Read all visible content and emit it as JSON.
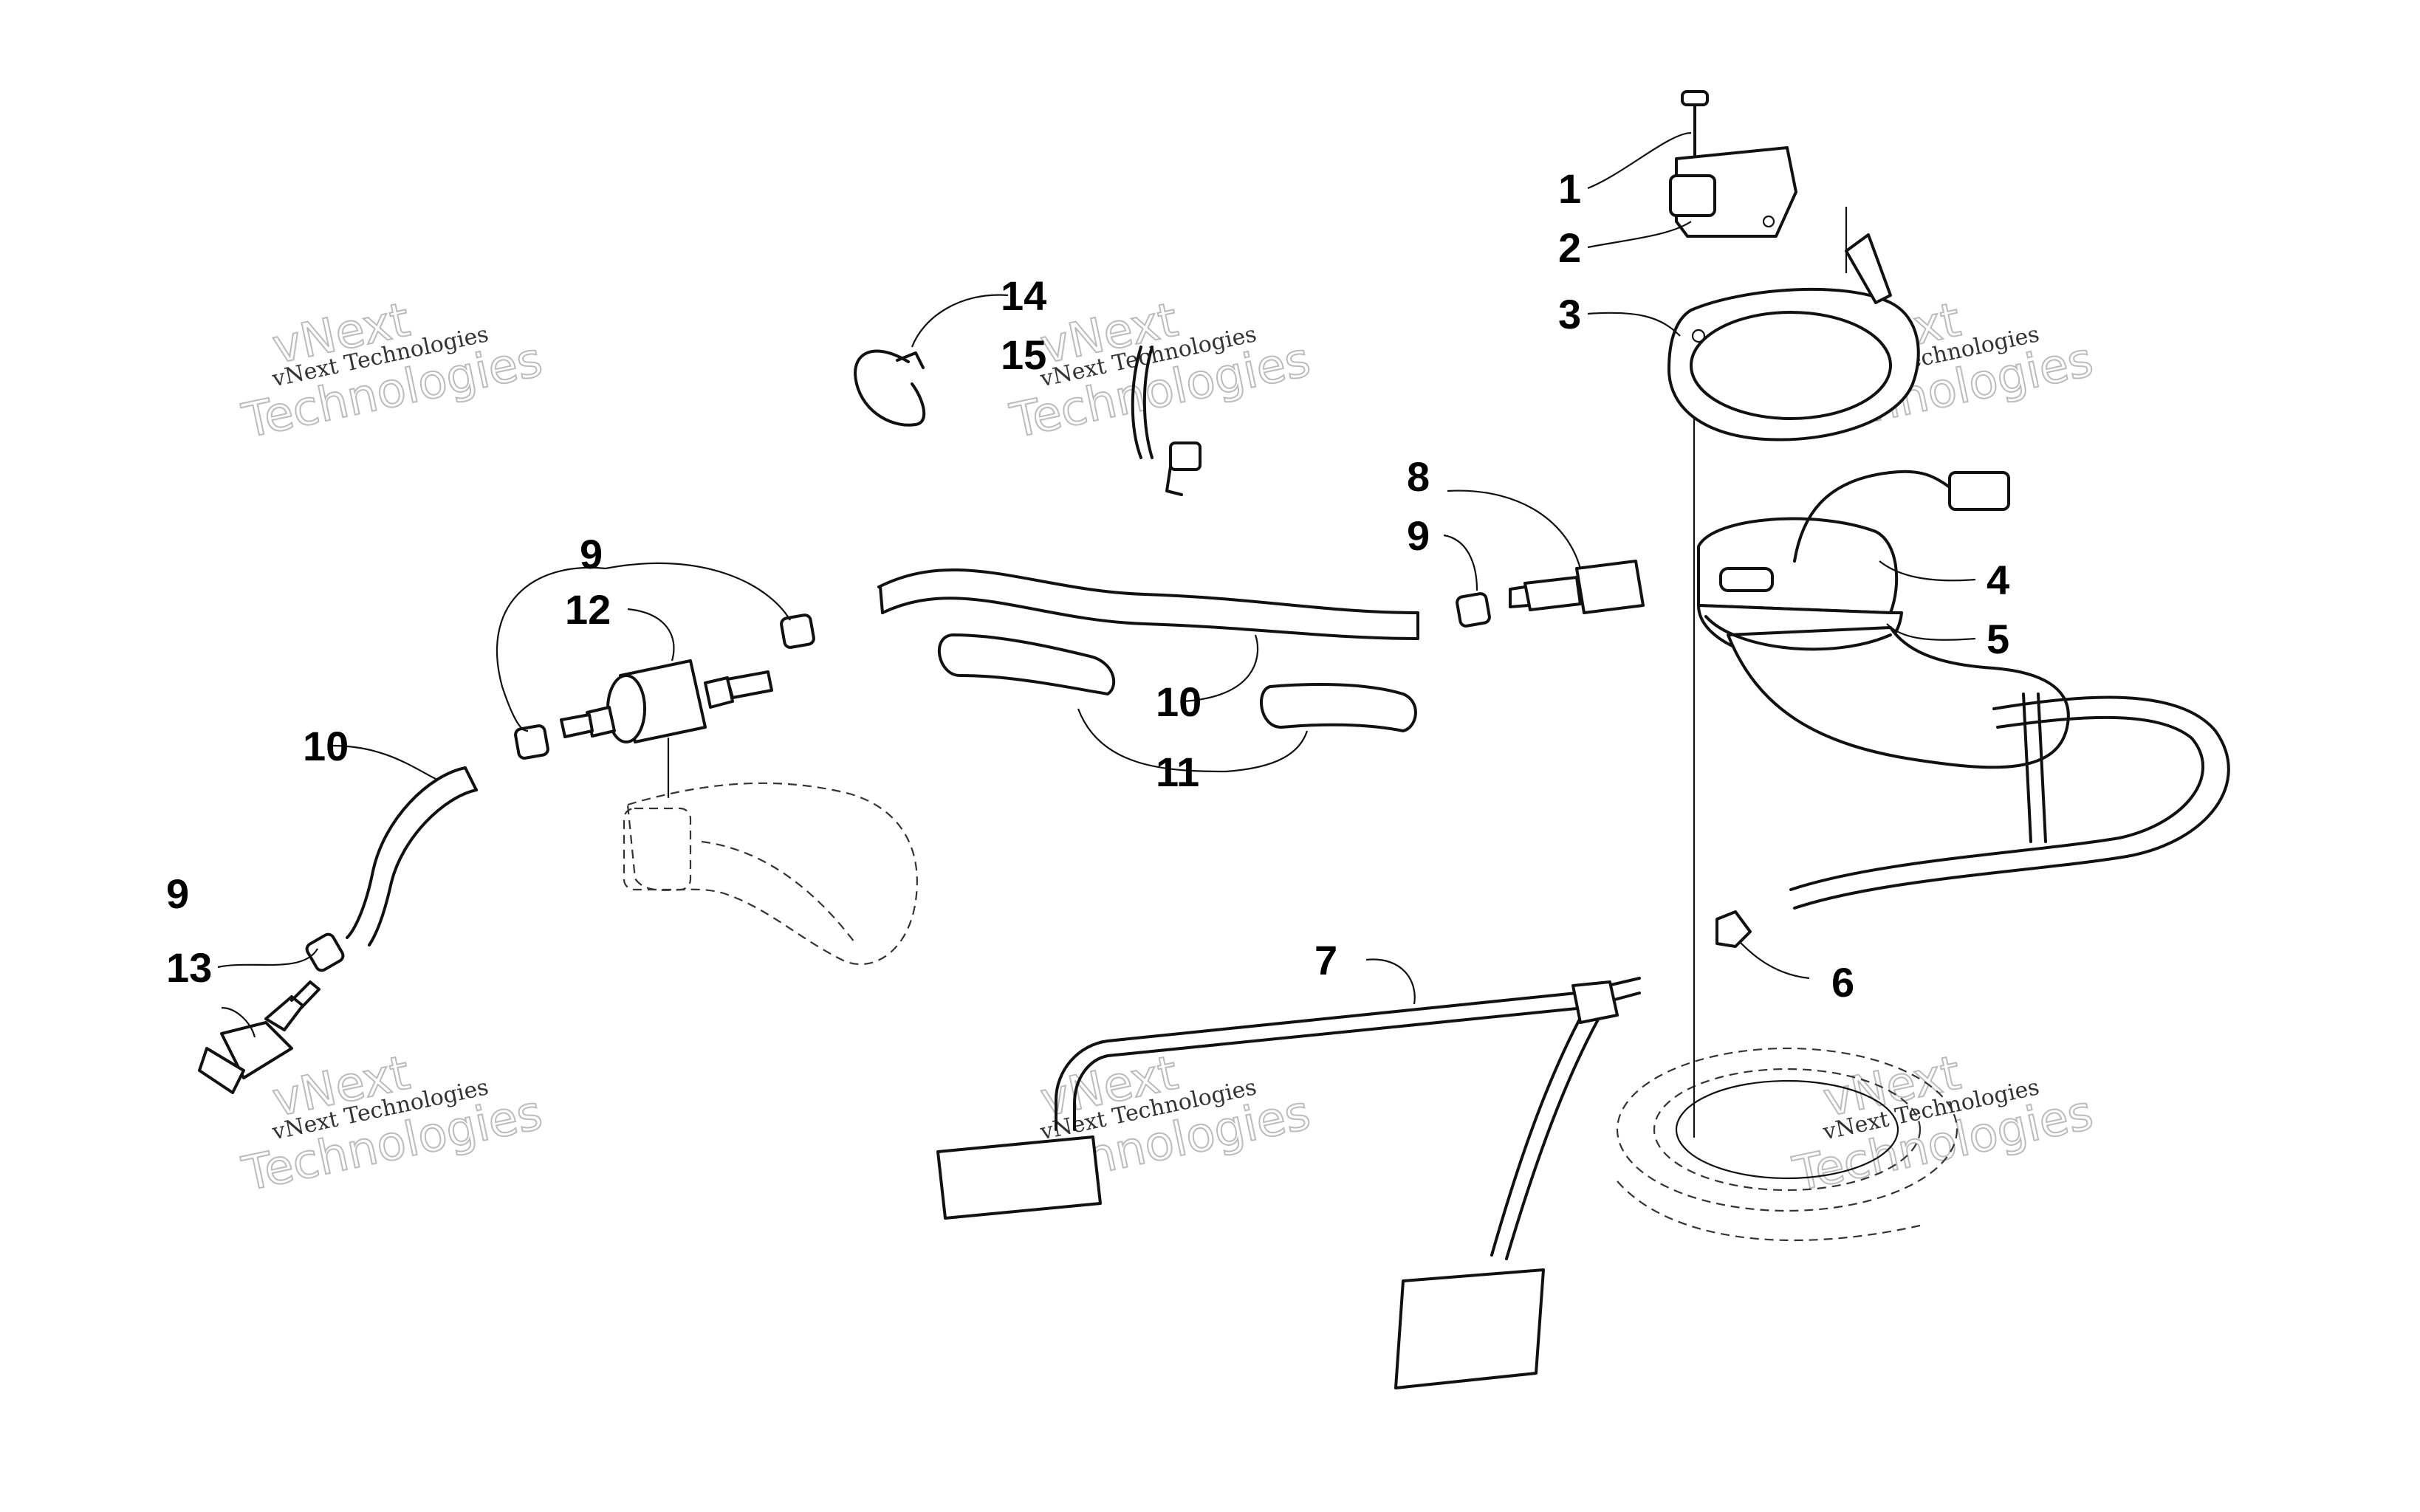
{
  "callouts": [
    {
      "id": "c1",
      "label": "1"
    },
    {
      "id": "c2",
      "label": "2"
    },
    {
      "id": "c3",
      "label": "3"
    },
    {
      "id": "c4",
      "label": "4"
    },
    {
      "id": "c5",
      "label": "5"
    },
    {
      "id": "c6",
      "label": "6"
    },
    {
      "id": "c7",
      "label": "7"
    },
    {
      "id": "c8",
      "label": "8"
    },
    {
      "id": "c9a",
      "label": "9"
    },
    {
      "id": "c9b",
      "label": "9"
    },
    {
      "id": "c9c",
      "label": "9"
    },
    {
      "id": "c10a",
      "label": "10"
    },
    {
      "id": "c10b",
      "label": "10"
    },
    {
      "id": "c11",
      "label": "11"
    },
    {
      "id": "c12",
      "label": "12"
    },
    {
      "id": "c13",
      "label": "13"
    },
    {
      "id": "c14",
      "label": "14"
    },
    {
      "id": "c15",
      "label": "15"
    }
  ],
  "watermark": {
    "line1": "vNext",
    "line2": "vNext Technologies",
    "line3": "Technologies"
  }
}
